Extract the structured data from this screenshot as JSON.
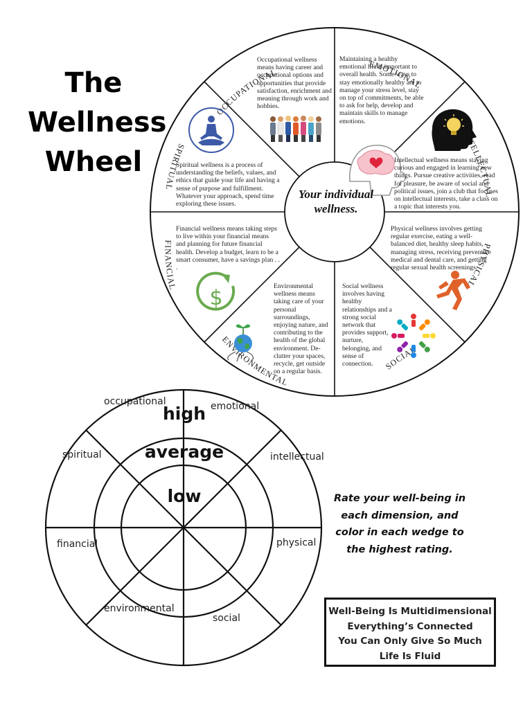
{
  "title": {
    "line1": "The",
    "line2": "Wellness",
    "line3": "Wheel"
  },
  "wheel": {
    "center": "Your individual wellness.",
    "labels": {
      "occupational": "OCCUPATIONAL",
      "emotional": "EMOTIONAL",
      "intellectual": "INTELLECTUAL",
      "physical": "PHYSICAL",
      "social": "SOCIAL",
      "environmental": "ENVIRONMENTAL",
      "financial": "FINANCIAL",
      "spiritual": "SPIRITUAL"
    },
    "descriptions": {
      "occupational": "Occupational wellness means having career and occupational options and opportunities that provide satisfaction, enrichment and meaning through work and hobbies.",
      "emotional": "Maintaining a healthy emotional life is important to overall health. Some ways to stay emotionally healthy are to manage your stress level, stay on top of commitments, be able to ask for help, develop and maintain skills to manage emotions.",
      "intellectual": "Intellectual wellness means staying curious and engaged in learning new things. Pursue creative activities, read for pleasure, be aware of social and political issues, join a club that focuses on intellectual interests, take a class on a topic that interests you.",
      "physical": "Physical wellness involves getting regular exercise, eating a well-balanced diet, healthy sleep habits, managing stress, receiving preventive medical and dental care, and getting regular sexual health screenings.",
      "social": "Social wellness involves having healthy relationships and a strong social network that provides support, nurture, belonging, and sense of connection.",
      "environmental": "Environmental wellness means taking care of your personal surroundings, enjoying nature, and contributing to the health of the global environment. De-clutter your spaces, recycle, get outside on a regular basis.",
      "financial": "Financial wellness means taking steps to live within your financial means and planning for future financial health. Develop a budget, learn to be a smart consumer, have a savings plan . . .",
      "spiritual": "Spiritual wellness is a process of understanding the beliefs, values, and ethics that guide your life and having a sense of purpose and fulfillment. Whatever your approach, spend time exploring these issues."
    }
  },
  "rating": {
    "levels": {
      "high": "high",
      "average": "average",
      "low": "low"
    },
    "dimensions": {
      "occupational": "occupational",
      "emotional": "emotional",
      "spiritual": "spiritual",
      "intellectual": "intellectual",
      "financial": "financial",
      "physical": "physical",
      "environmental": "environmental",
      "social": "social"
    },
    "instruction": "Rate your well-being in each dimension, and color in each wedge to the highest rating."
  },
  "box": {
    "line1": "Well-Being Is Multidimensional",
    "line2": "Everything’s Connected",
    "line3": "You Can Only Give So Much",
    "line4": "Life Is Fluid"
  },
  "icons": [
    "workers-icon",
    "brain-heart-icon",
    "head-lightbulb-icon",
    "runner-icon",
    "people-circle-icon",
    "globe-plant-icon",
    "dollar-recycle-icon",
    "meditation-icon"
  ]
}
